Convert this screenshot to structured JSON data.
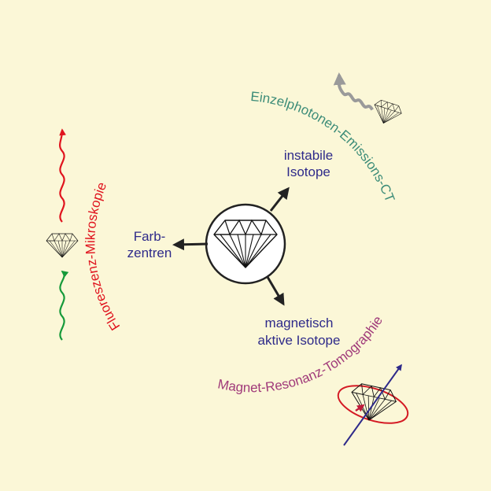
{
  "colors": {
    "background": "#fbf7d7",
    "center_labels": "#2e2a8a",
    "spect": "#3c8c78",
    "fluorescence": "#e0141e",
    "mri": "#a03a7a",
    "green_wave": "#169a3a",
    "red_wave": "#e0141e",
    "gray_wave": "#9a9a9a",
    "spin_arrow": "#2e2a8a"
  },
  "center": {
    "icon": "diamond-icon",
    "labels": {
      "color_centers_line1": "Farb-",
      "color_centers_line2": "zentren",
      "unstable_line1": "instabile",
      "unstable_line2": "Isotope",
      "magnetic_line1": "magnetisch",
      "magnetic_line2": "aktive Isotope"
    }
  },
  "arcs": {
    "spect": "Einzelphotonen-Emissions-CT",
    "fluorescence": "Fluoreszenz-Mikroskopie",
    "mri": "Magnet-Resonanz-Tomographie"
  }
}
